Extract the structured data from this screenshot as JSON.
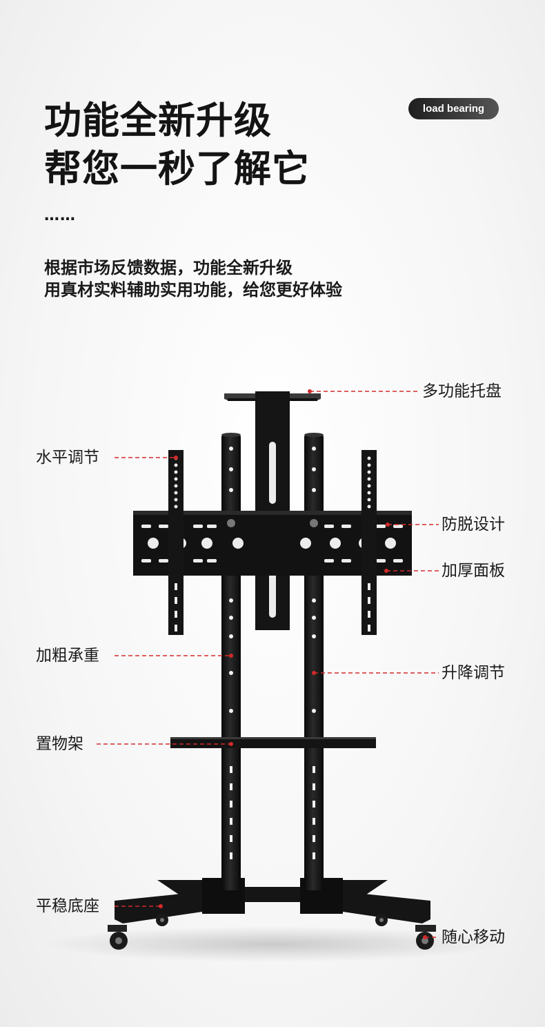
{
  "header": {
    "title_line1": "功能全新升级",
    "title_line2": "帮您一秒了解它",
    "badge": "load bearing",
    "ellipsis": "……",
    "desc_line1": "根据市场反馈数据，功能全新升级",
    "desc_line2": "用真材实料辅助实用功能，给您更好体验"
  },
  "callouts": {
    "tray": "多功能托盘",
    "horizontal": "水平调节",
    "anti_drop": "防脱设计",
    "thick_panel": "加厚面板",
    "thick_bold": "加粗承重",
    "lift": "升降调节",
    "shelf": "置物架",
    "base": "平稳底座",
    "move": "随心移动"
  },
  "colors": {
    "accent": "#d42a2a",
    "product": "#141414"
  }
}
